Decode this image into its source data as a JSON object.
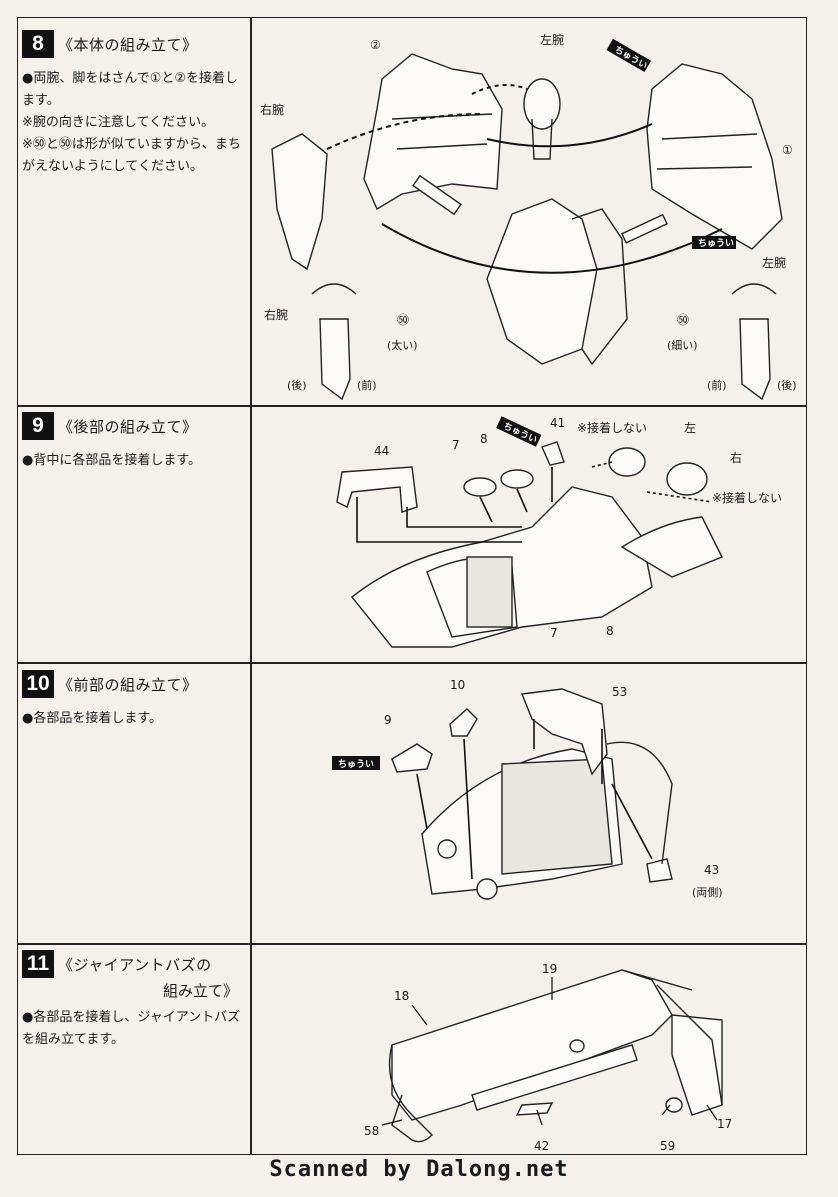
{
  "steps": [
    {
      "number": "8",
      "title": "《本体の組み立て》",
      "lines": [
        "●両腕、脚をはさんで①と②を接着します。",
        "※腕の向きに注意してください。",
        "※㊿と㊿は形が似ていますから、まちがえないようにしてください。"
      ],
      "diagram": {
        "part_1": "①",
        "part_2": "②",
        "part_50": "㊿",
        "part_50_note": "(太い)",
        "part_51": "㊿",
        "part_51_note": "(細い)",
        "left_arm": "左腕",
        "right_arm": "右腕",
        "left_arm_2": "左腕",
        "right_arm_2": "右腕",
        "back": "(後)",
        "front": "(前)",
        "front_2": "(前)",
        "back_2": "(後)",
        "caution": "ちゅうい",
        "caution_2": "ちゅうい"
      }
    },
    {
      "number": "9",
      "title": "《後部の組み立て》",
      "lines": [
        "●背中に各部品を接着します。"
      ],
      "diagram": {
        "part_44": "44",
        "part_7a": "7",
        "part_8a": "8",
        "part_41": "41",
        "part_7b": "7",
        "part_8b": "8",
        "no_glue_1": "※接着しない",
        "no_glue_2": "※接着しない",
        "left": "左",
        "right": "右",
        "caution": "ちゅうい"
      }
    },
    {
      "number": "10",
      "title": "《前部の組み立て》",
      "lines": [
        "●各部品を接着します。"
      ],
      "diagram": {
        "part_9": "9",
        "part_10": "10",
        "part_53": "53",
        "part_43": "43",
        "both_sides": "(両側)",
        "caution": "ちゅうい"
      }
    },
    {
      "number": "11",
      "title": "《ジャイアントバズの",
      "title2": "組み立て》",
      "lines": [
        "●各部品を接着し、ジャイアントバズを組み立てます。"
      ],
      "diagram": {
        "part_19": "19",
        "part_18": "18",
        "part_17": "17",
        "part_58": "58",
        "part_42": "42",
        "part_59": "59"
      }
    }
  ],
  "footer": "Scanned by Dalong.net"
}
